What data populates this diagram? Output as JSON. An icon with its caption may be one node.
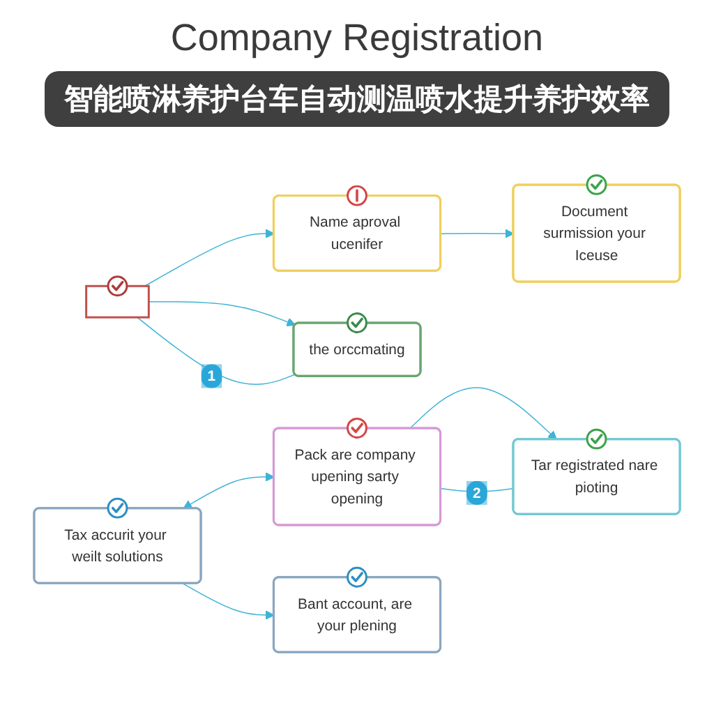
{
  "diagram": {
    "title": "Company Registration",
    "caption": "智能喷淋养护台车自动测温喷水提升养护效率",
    "nodes": [
      {
        "text": [
          "Name aproval ucenifer"
        ]
      },
      {
        "text": [
          "Document surmission your Iceuse"
        ]
      },
      {
        "text": [],
        "shape": "box"
      },
      {
        "text": [
          "the orccmating"
        ]
      },
      {
        "text": [
          "Tax accurit your weilt solutions"
        ]
      },
      {
        "text": [
          "Bant account, are your plening"
        ]
      },
      {
        "text": [
          "Pack are company upening sarty opening"
        ]
      },
      {
        "text": [
          "Tar registrated nare pioting"
        ]
      }
    ],
    "edges": [
      {
        "from": 2,
        "to": 0,
        "arrow": "to"
      },
      {
        "from": 0,
        "to": 1,
        "arrow": "to"
      },
      {
        "from": 2,
        "to": 3,
        "arrow": "to"
      },
      {
        "from": 2,
        "to": 3,
        "arrow": "none",
        "label": "1"
      },
      {
        "from": 4,
        "to": 6,
        "arrow": "both"
      },
      {
        "from": 4,
        "to": 5,
        "arrow": "to"
      },
      {
        "from": 6,
        "to": 7,
        "arrow": "to"
      },
      {
        "from": 6,
        "to": 7,
        "arrow": "none",
        "label": "2"
      }
    ]
  }
}
